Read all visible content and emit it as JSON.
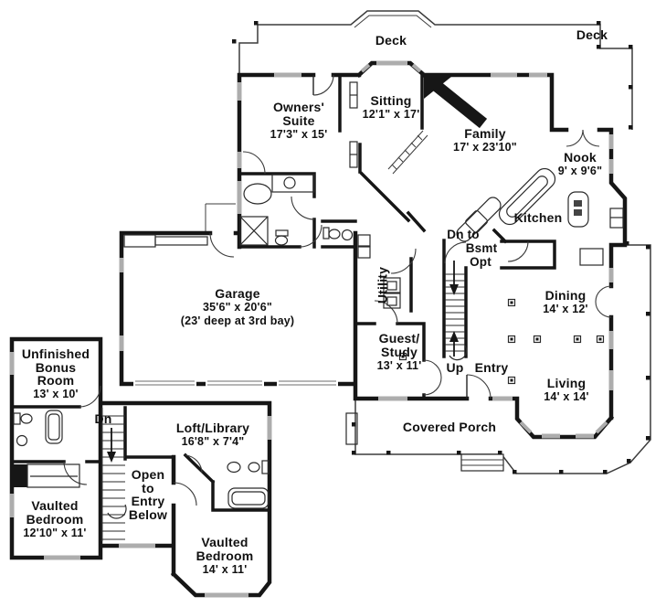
{
  "title": "Two-story house floor plan",
  "colors": {
    "wall": "#161616",
    "window": "#ADADAD",
    "thin_line": "#3C3C3C",
    "background": "#FFFFFF"
  },
  "rooms": {
    "deck_top": {
      "lines": [
        "Deck"
      ]
    },
    "deck_right": {
      "lines": [
        "Deck"
      ]
    },
    "owners_suite": {
      "lines": [
        "Owners'",
        "Suite",
        "17'3\" x 15'"
      ]
    },
    "sitting": {
      "lines": [
        "Sitting",
        "12'1\" x 17'"
      ]
    },
    "family": {
      "lines": [
        "Family",
        "17' x 23'10\""
      ]
    },
    "nook": {
      "lines": [
        "Nook",
        "9' x 9'6\""
      ]
    },
    "kitchen": {
      "lines": [
        "Kitchen"
      ]
    },
    "utility": {
      "lines": [
        "Utility"
      ]
    },
    "stair_note": {
      "lines": [
        "Dn to",
        "Bsmt",
        "Opt"
      ]
    },
    "dining": {
      "lines": [
        "Dining",
        "14' x 12'"
      ]
    },
    "guest_study": {
      "lines": [
        "Guest/",
        "Study",
        "13' x 11'"
      ]
    },
    "up_label": {
      "lines": [
        "Up"
      ]
    },
    "entry": {
      "lines": [
        "Entry"
      ]
    },
    "living": {
      "lines": [
        "Living",
        "14' x 14'"
      ]
    },
    "covered_porch": {
      "lines": [
        "Covered Porch"
      ]
    },
    "garage": {
      "lines": [
        "Garage",
        "35'6\" x 20'6\"",
        "(23' deep at 3rd bay)"
      ]
    },
    "bonus_room": {
      "lines": [
        "Unfinished",
        "Bonus",
        "Room",
        "13' x 10'"
      ]
    },
    "dn_label": {
      "lines": [
        "Dn"
      ]
    },
    "loft_library": {
      "lines": [
        "Loft/Library",
        "16'8\" x 7'4\""
      ]
    },
    "open_below": {
      "lines": [
        "Open",
        "to",
        "Entry",
        "Below"
      ]
    },
    "bedroom_left": {
      "lines": [
        "Vaulted",
        "Bedroom",
        "12'10\" x 11'"
      ]
    },
    "bedroom_right": {
      "lines": [
        "Vaulted",
        "Bedroom",
        "14' x 11'"
      ]
    }
  }
}
